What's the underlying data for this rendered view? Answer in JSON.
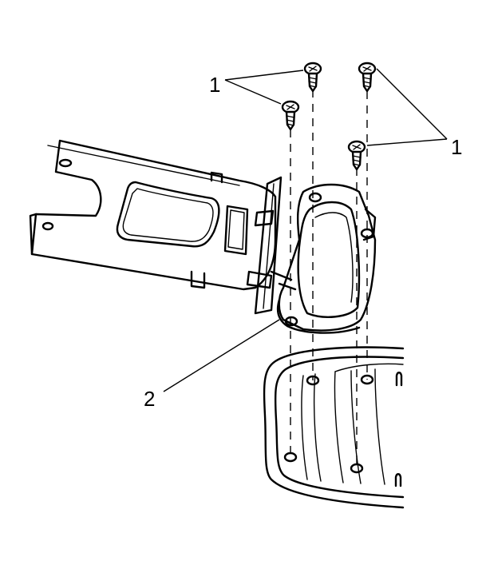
{
  "callouts": {
    "screws_label": "1",
    "screws_label_right": "1",
    "cover_label": "2"
  }
}
